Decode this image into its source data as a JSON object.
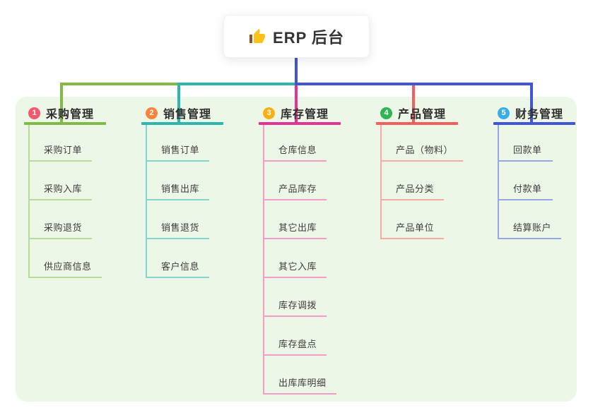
{
  "root": {
    "label": "ERP 后台",
    "icon": "thumbs-up-icon"
  },
  "canvas": {
    "background": "#ffffff",
    "panel_background": "#edf7e7"
  },
  "connectors": {
    "trunk_color": "#4156d6"
  },
  "branches": [
    {
      "number": "1",
      "label": "采购管理",
      "badge_color": "#f3586e",
      "line_color": "#82ba47",
      "child_line_color": "#b7db9d",
      "children": [
        "采购订单",
        "采购入库",
        "采购退货",
        "供应商信息"
      ]
    },
    {
      "number": "2",
      "label": "销售管理",
      "badge_color": "#f9823f",
      "line_color": "#2cb6ad",
      "child_line_color": "#86d5cb",
      "children": [
        "销售订单",
        "销售出库",
        "销售退货",
        "客户信息"
      ]
    },
    {
      "number": "3",
      "label": "库存管理",
      "badge_color": "#fbaf14",
      "line_color": "#e53297",
      "child_line_color": "#f59cc9",
      "children": [
        "仓库信息",
        "产品库存",
        "其它出库",
        "其它入库",
        "库存调拨",
        "库存盘点",
        "出库库明细"
      ]
    },
    {
      "number": "4",
      "label": "产品管理",
      "badge_color": "#2fb456",
      "line_color": "#f25f5f",
      "child_line_color": "#f8aaa4",
      "children": [
        "产品（物料）",
        "产品分类",
        "产品单位"
      ]
    },
    {
      "number": "5",
      "label": "财务管理",
      "badge_color": "#38ade8",
      "line_color": "#4156d6",
      "child_line_color": "#96a7e8",
      "children": [
        "回款单",
        "付款单",
        "结算账户"
      ]
    }
  ]
}
